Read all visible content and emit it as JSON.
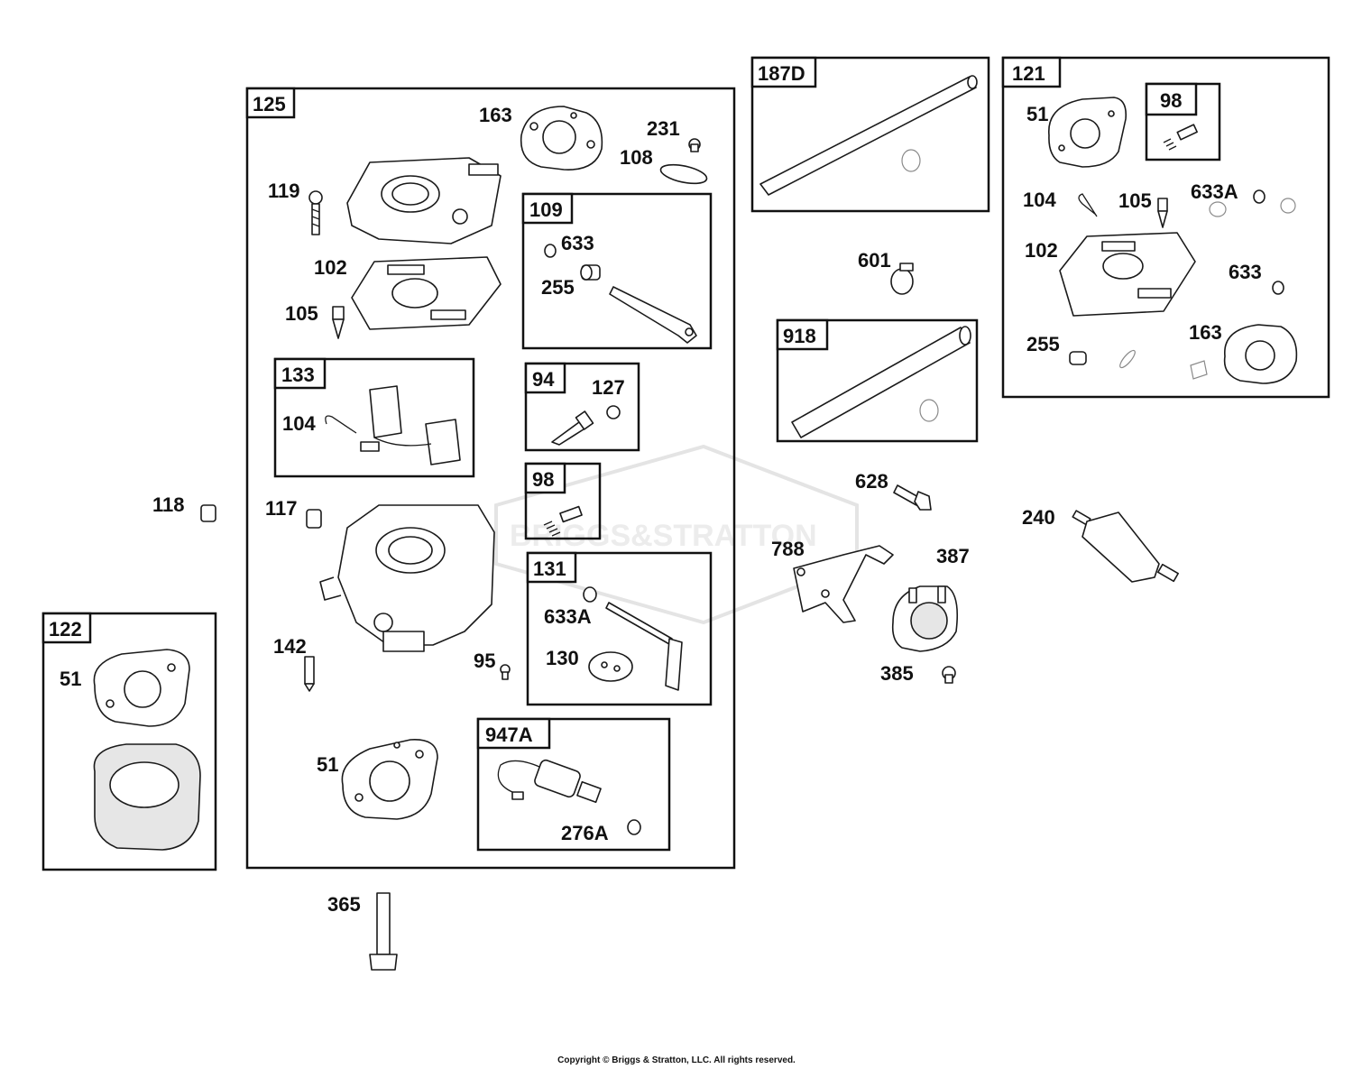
{
  "copyright": "Copyright © Briggs & Stratton, LLC. All rights reserved.",
  "watermark": "BRIGGS&STRATTON",
  "colors": {
    "line": "#111111",
    "background": "#ffffff"
  },
  "groups": [
    {
      "tag": "125"
    },
    {
      "tag": "109"
    },
    {
      "tag": "133"
    },
    {
      "tag": "94"
    },
    {
      "tag": "98"
    },
    {
      "tag": "131"
    },
    {
      "tag": "947A"
    },
    {
      "tag": "122"
    },
    {
      "tag": "187D"
    },
    {
      "tag": "121"
    },
    {
      "tag": "98"
    },
    {
      "tag": "918"
    }
  ],
  "labels": [
    "163",
    "231",
    "108",
    "119",
    "102",
    "105",
    "633",
    "255",
    "104",
    "127",
    "117",
    "118",
    "142",
    "95",
    "633A",
    "130",
    "51",
    "276A",
    "51",
    "365",
    "51",
    "104",
    "105",
    "633A",
    "102",
    "633",
    "255",
    "163",
    "601",
    "628",
    "240",
    "788",
    "387",
    "385"
  ]
}
